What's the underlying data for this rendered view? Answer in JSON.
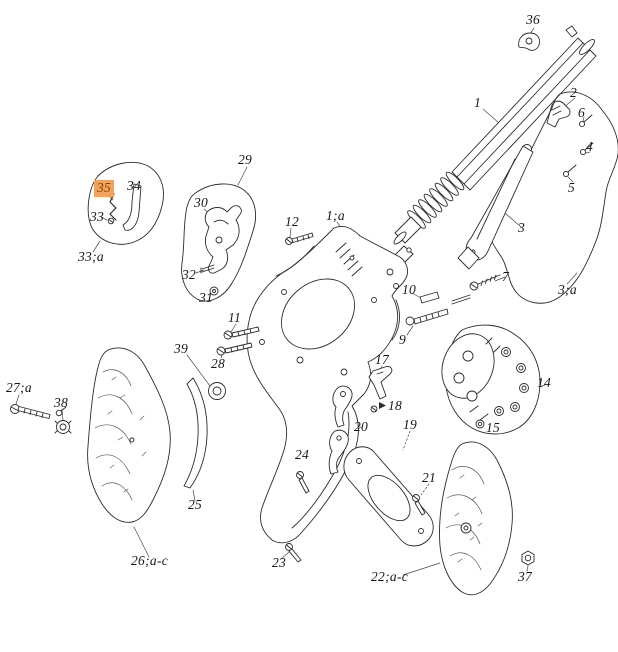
{
  "diagram": {
    "kind_note": "exploded parts diagram",
    "highlight": {
      "label": "35",
      "color": "#f1a35d"
    }
  },
  "labels": [
    {
      "text": "36"
    },
    {
      "text": "1"
    },
    {
      "text": "2"
    },
    {
      "text": "6"
    },
    {
      "text": "4"
    },
    {
      "text": "5"
    },
    {
      "text": "3"
    },
    {
      "text": "3;a"
    },
    {
      "text": "7"
    },
    {
      "text": "10"
    },
    {
      "text": "9"
    },
    {
      "text": "29"
    },
    {
      "text": "30"
    },
    {
      "text": "32"
    },
    {
      "text": "31"
    },
    {
      "text": "12"
    },
    {
      "text": "1;a"
    },
    {
      "text": "35"
    },
    {
      "text": "34"
    },
    {
      "text": "33"
    },
    {
      "text": "33;a"
    },
    {
      "text": "11"
    },
    {
      "text": "28"
    },
    {
      "text": "39"
    },
    {
      "text": "17"
    },
    {
      "text": "18"
    },
    {
      "text": "20"
    },
    {
      "text": "19"
    },
    {
      "text": "15"
    },
    {
      "text": "14"
    },
    {
      "text": "21"
    },
    {
      "text": "24"
    },
    {
      "text": "23"
    },
    {
      "text": "25"
    },
    {
      "text": "26;a-c"
    },
    {
      "text": "27;a"
    },
    {
      "text": "38"
    },
    {
      "text": "22;a-c"
    },
    {
      "text": "37"
    }
  ]
}
